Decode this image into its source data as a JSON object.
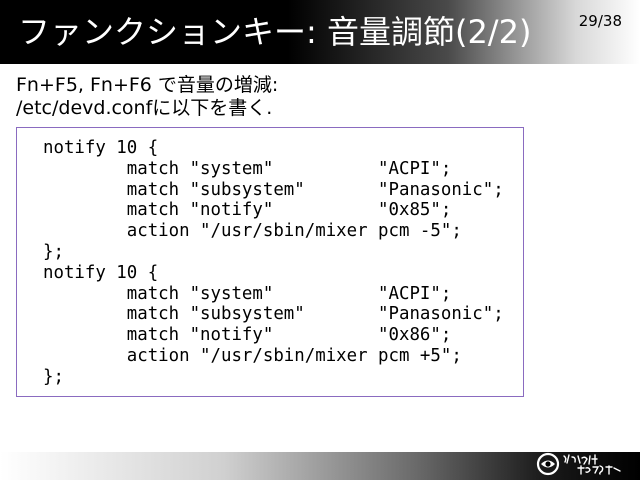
{
  "slide": {
    "title": "ファンクションキー: 音量調節(2/2)",
    "page_number": "29/38"
  },
  "intro": {
    "line1": "Fn+F5, Fn+F6 で音量の増減:",
    "line2": "/etc/devd.confに以下を書く."
  },
  "code": {
    "lines": [
      "notify 10 {",
      "        match \"system\"          \"ACPI\";",
      "        match \"subsystem\"       \"Panasonic\";",
      "        match \"notify\"          \"0x85\";",
      "        action \"/usr/sbin/mixer pcm -5\";",
      "};",
      "notify 10 {",
      "        match \"system\"          \"ACPI\";",
      "        match \"subsystem\"       \"Panasonic\";",
      "        match \"notify\"          \"0x86\";",
      "        action \"/usr/sbin/mixer pcm +5\";",
      "};"
    ]
  },
  "colors": {
    "code_border": "#8a6bc0",
    "header_dark": "#000000",
    "title_text": "#ffffff"
  },
  "icons": {
    "footer_logo": "organization-logo-icon"
  }
}
